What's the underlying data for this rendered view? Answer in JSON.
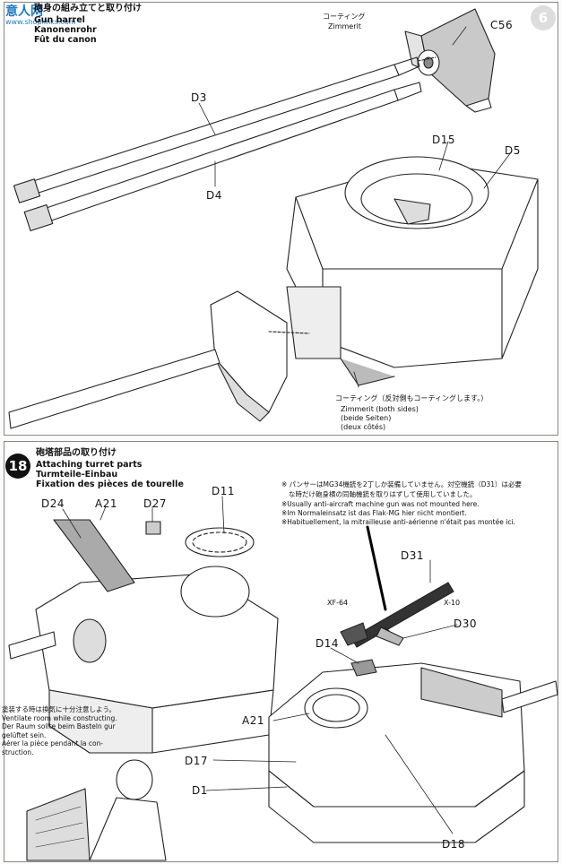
{
  "watermark": {
    "logo": "意人网",
    "url": "www.shoplinks.com"
  },
  "step1": {
    "title_jp": "砲身の組み立てと取り付け",
    "title_en": "Gun barrel",
    "title_de": "Kanonenrohr",
    "title_fr": "Fût du canon",
    "next_number": "6",
    "zimmerit_jp": "コーティング",
    "zimmerit_de": "Zimmerit",
    "parts": {
      "c56": "C56",
      "d3": "D3",
      "d4": "D4",
      "d15": "D15",
      "d5": "D5"
    },
    "zimmerit_both_jp": "コーティング（反対側もコーティングします。）",
    "zimmerit_both_en": "Zimmerit (both sides)",
    "zimmerit_both_de": "(beide Seiten)",
    "zimmerit_both_fr": "(deux côtés)"
  },
  "step2": {
    "number": "18",
    "title_jp": "砲塔部品の取り付け",
    "title_en": "Attaching turret parts",
    "title_de": "Turmteile-Einbau",
    "title_fr": "Fixation des pièces de tourelle",
    "parts": {
      "d24": "D24",
      "a21": "A21",
      "d27": "D27",
      "d11": "D11",
      "d31": "D31",
      "xf64": "XF-64",
      "x10": "X-10",
      "d30": "D30",
      "d14": "D14",
      "a21b": "A21",
      "d17": "D17",
      "d1": "D1",
      "d18": "D18"
    },
    "mg_note_jp_1": "※ パンサーはMG34機銃を2丁しか装備していません。対空機銃（D31）は必要",
    "mg_note_jp_2": "な時だけ砲身横の同軸機銃を取りはずして使用していました。",
    "mg_note_en": "※Usually anti-aircraft machine gun was not mounted here.",
    "mg_note_de": "※Im Normaleinsatz ist das Flak-MG hier nicht montiert.",
    "mg_note_fr": "※Habituellement, la mitrailleuse anti-aérienne n'était pas montée ici."
  },
  "warning": {
    "jp": "塗装する時は換気に十分注意しよう。",
    "en": "Ventilate room while constructing.",
    "de_1": "Der Raum sollte beim Basteln gur",
    "de_2": "gelüftet sein.",
    "fr_1": "Aérer la pièce pendant la con-",
    "fr_2": "struction."
  }
}
